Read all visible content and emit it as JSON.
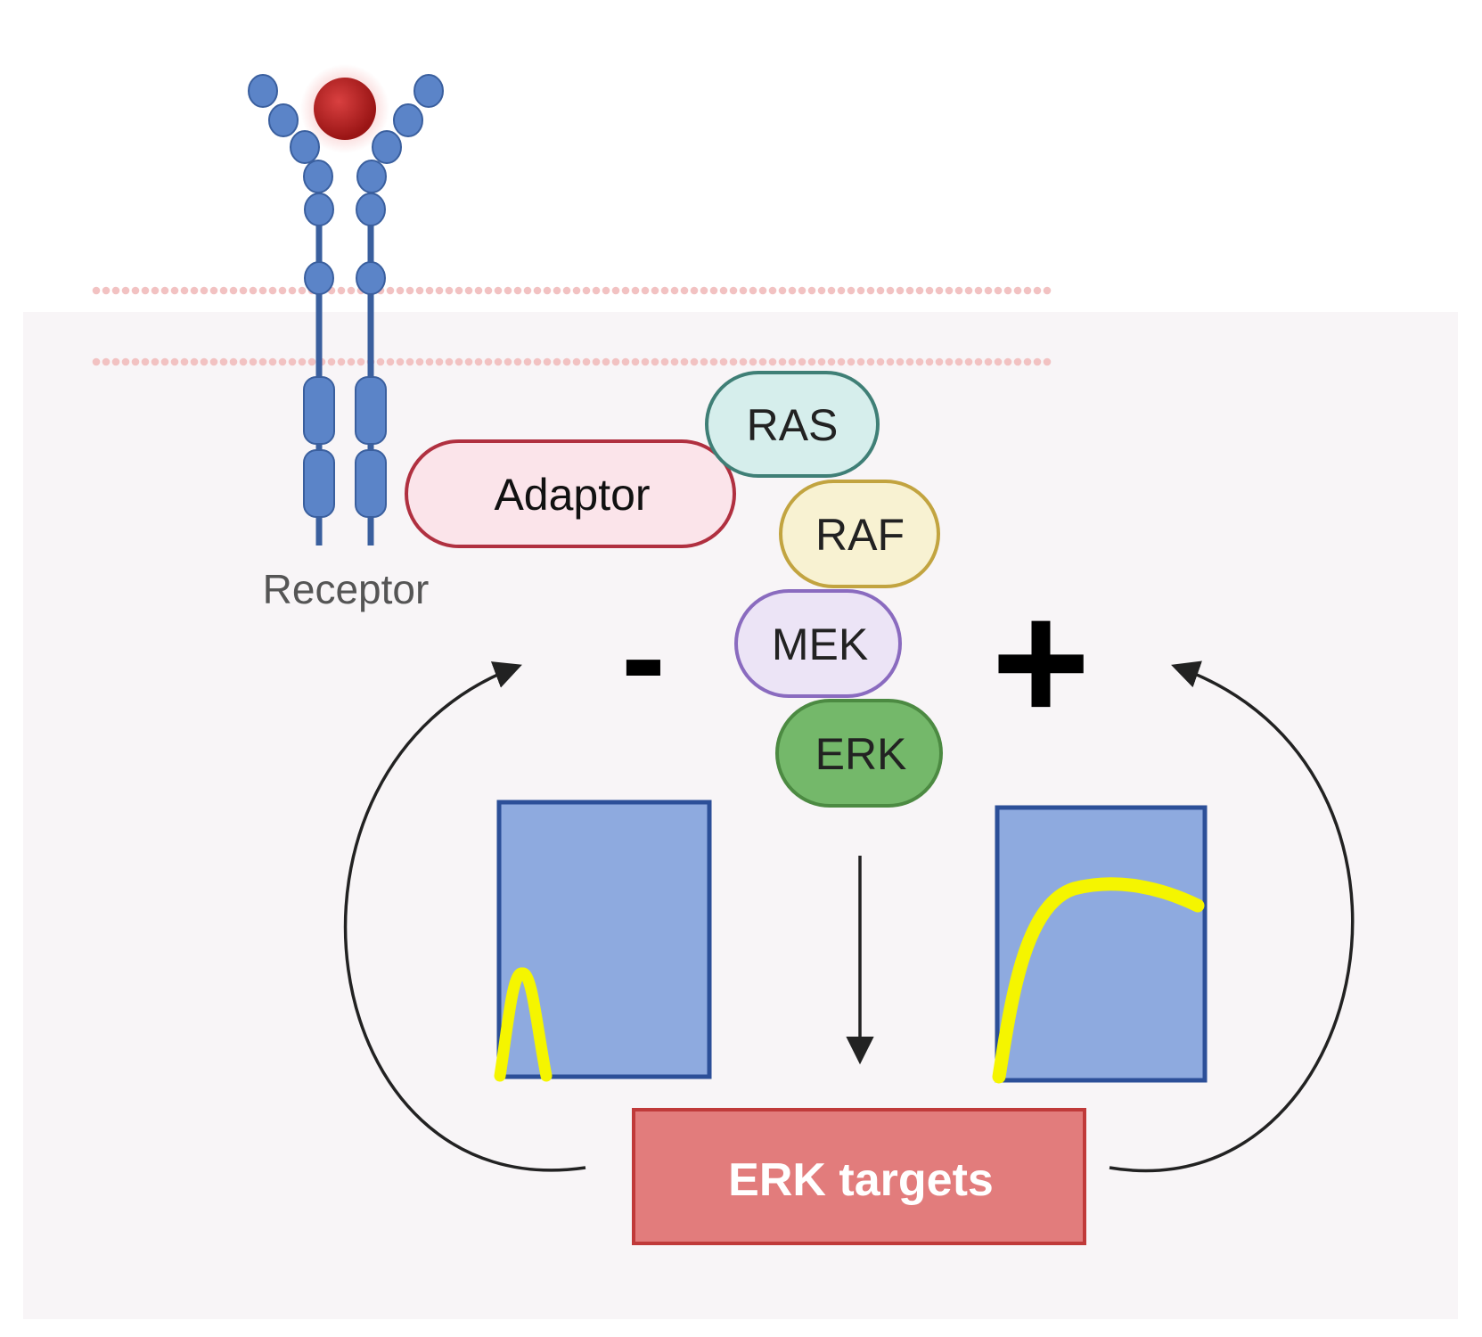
{
  "labels": {
    "receptor": "Receptor",
    "adaptor": "Adaptor",
    "ras": "RAS",
    "raf": "RAF",
    "mek": "MEK",
    "erk": "ERK",
    "erk_targets": "ERK targets",
    "negative_sign": "-",
    "positive_sign": "+"
  },
  "colors": {
    "cytoplasm": "#f8f5f7",
    "membrane_dots": "#f2c2c2",
    "receptor": "#5b84c8",
    "receptor_outline": "#3a5f9e",
    "ligand": "#b21f1f",
    "adaptor_fill": "#fbe4ea",
    "adaptor_stroke": "#b03040",
    "ras_fill": "#d6eeec",
    "ras_stroke": "#3f7f76",
    "raf_fill": "#f8f2d2",
    "raf_stroke": "#c2a440",
    "mek_fill": "#ece4f6",
    "mek_stroke": "#8a6bbf",
    "erk_fill": "#74b86a",
    "erk_stroke": "#4c8a42",
    "plot_fill": "#8eaadf",
    "plot_stroke": "#2c4f98",
    "trace": "#f5f500",
    "targets_fill": "#e27c7c",
    "targets_stroke": "#c03a3a"
  }
}
